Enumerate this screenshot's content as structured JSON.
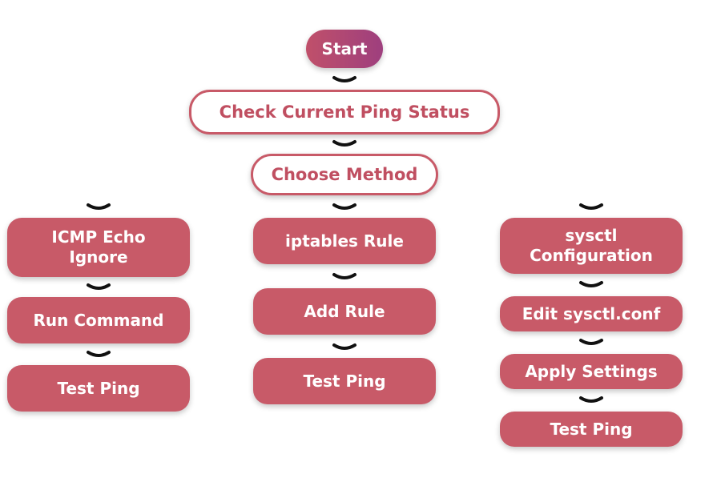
{
  "flowchart": {
    "start": "Start",
    "check_status": "Check Current Ping Status",
    "choose_method": "Choose Method",
    "branches": [
      {
        "method": "ICMP Echo\nIgnore",
        "steps": [
          "Run Command",
          "Test Ping"
        ]
      },
      {
        "method": "iptables Rule",
        "steps": [
          "Add Rule",
          "Test Ping"
        ]
      },
      {
        "method": "sysctl\nConfiguration",
        "steps": [
          "Edit sysctl.conf",
          "Apply Settings",
          "Test Ping"
        ]
      }
    ]
  },
  "colors": {
    "node_fill": "#c85a68",
    "node_outline": "#c85a68",
    "outline_text": "#c04f61",
    "start_gradient": [
      "#c0506a",
      "#9e3f7e"
    ],
    "connector": "#111111"
  },
  "icons": {
    "connector": "chevron-down-icon"
  }
}
